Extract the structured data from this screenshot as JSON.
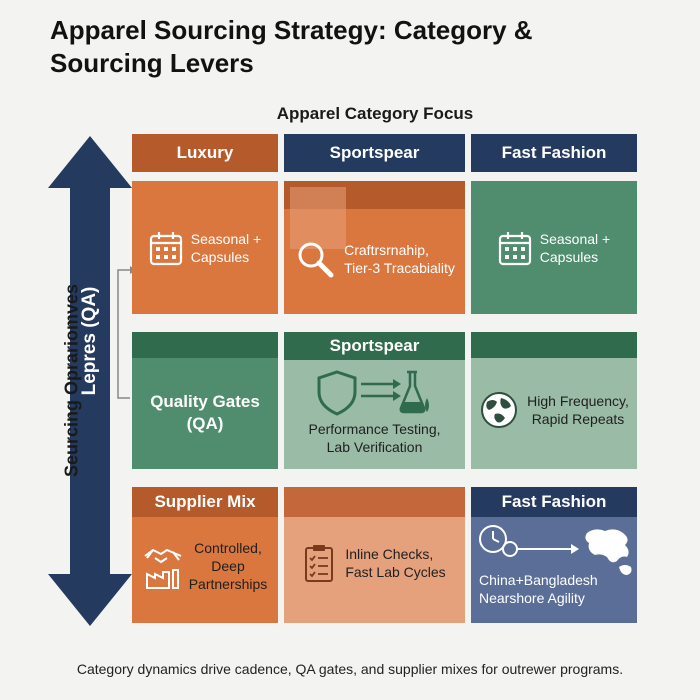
{
  "title": "Apparel Sourcing Strategy: Category &\nSourcing Levers",
  "axis_top_label": "Apparel Category Focus",
  "axis_left_outer": "Seurcing Oprariomves",
  "axis_left_inner": "Lepres  (QA)",
  "column_headers": [
    "Luxury",
    "Sportspear",
    "Fast Fashion"
  ],
  "row1": {
    "c1": "Seasonal +\nCapsules",
    "c2": "Craftrsrnahip,\nTier-3 Tracabiality",
    "c3": "Seasonal +\nCapsules"
  },
  "row2": {
    "header_mid": "Sportspear",
    "label": "Quality Gates\n(QA)",
    "c2": "Performance Testing,\nLab Verification",
    "c3": "High Frequency,\nRapid Repeats"
  },
  "row3": {
    "header_left": "Supplier Mix",
    "header_right": "Fast Fashion",
    "c1": "Controlled,\nDeep\nPartnerships",
    "c2": "Inline Checks,\nFast Lab Cycles",
    "c3": "China+Bangladesh\nNearshore Agility"
  },
  "footer": "Category dynamics drive cadence, QA gates, and supplier mixes for outrewer programs.",
  "colors": {
    "orange": "#d9773f",
    "orange_dark": "#b55a2a",
    "navy": "#243a5e",
    "green": "#4f8d6e",
    "green_dark": "#2f6b4c",
    "sage": "#9abba6",
    "peach": "#e5a07c",
    "slate": "#5a6e98"
  },
  "icons": [
    "calendar-icon",
    "magnifier-icon",
    "calendar-icon",
    "shield-flask-icon",
    "globe-icon",
    "handshake-factory-icon",
    "clipboard-icon",
    "clock-map-icon"
  ]
}
